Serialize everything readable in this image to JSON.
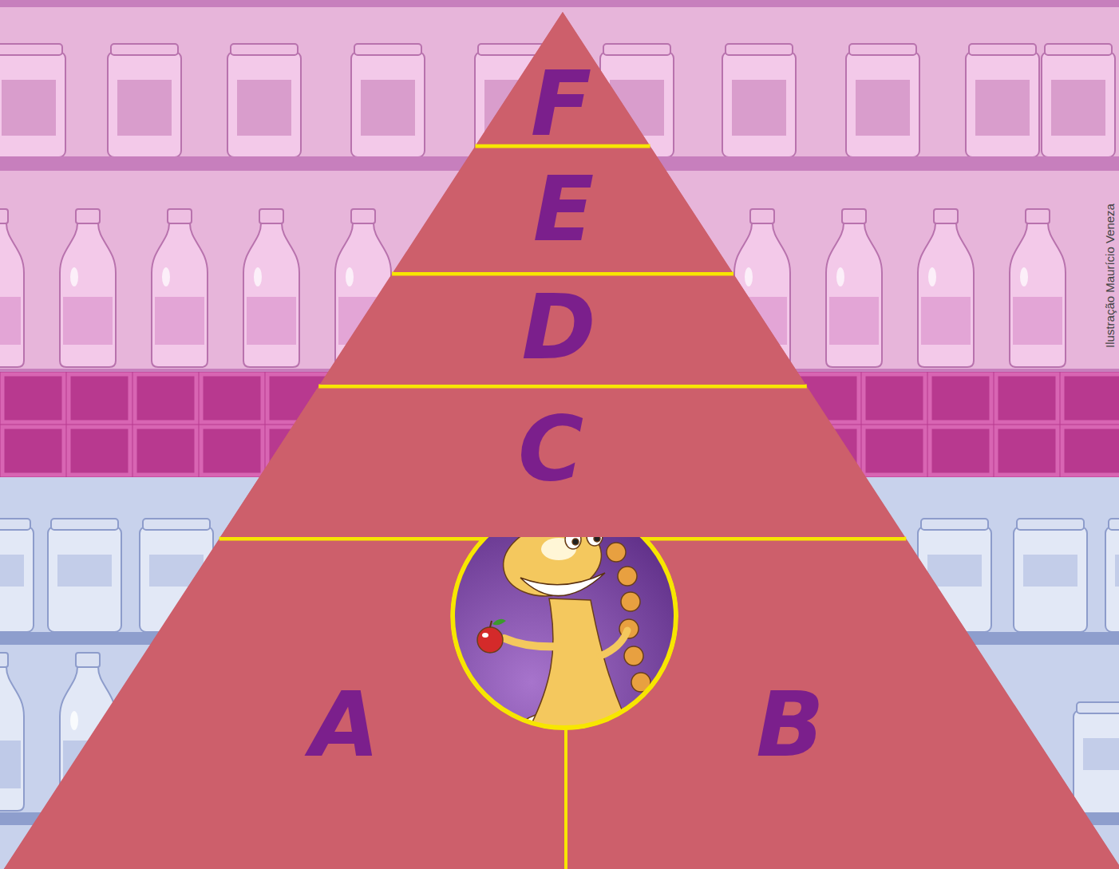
{
  "diagram": {
    "nodes": [
      {
        "text": [
          "F"
        ]
      },
      {
        "text": [
          "E"
        ]
      },
      {
        "text": [
          "D"
        ]
      },
      {
        "text": [
          "C"
        ]
      },
      {
        "text": [
          "A"
        ]
      },
      {
        "text": [
          "B"
        ]
      }
    ],
    "labels": [
      "Ilustração Maurício Veneza"
    ]
  }
}
